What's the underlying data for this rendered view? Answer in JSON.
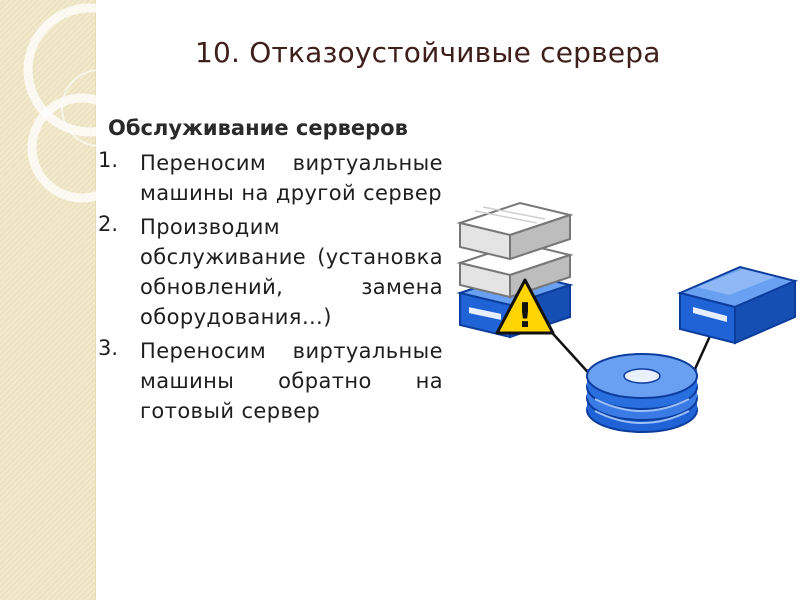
{
  "slide": {
    "title": "10. Отказоустойчивые сервера",
    "subtitle": "Обслуживание серверов",
    "steps": [
      {
        "number": "1.",
        "text": "Переносим виртуальные машины на другой сервер"
      },
      {
        "number": "2.",
        "text": "Производим обслуживание (установка обновлений, замена оборудования…)"
      },
      {
        "number": "3.",
        "text": "Переносим виртуальные машины обратно на готовый сервер"
      }
    ]
  },
  "diagram": {
    "warning_symbol": "!",
    "icons": [
      "server-stack-icon",
      "warning-icon",
      "standalone-server-icon",
      "storage-disk-icon"
    ]
  },
  "colors": {
    "title": "#3f1f1b",
    "text": "#1e1e1e",
    "band": "#f0e6c4",
    "server_blue": "#1f63d6",
    "server_gray": "#d8d8d8",
    "warning_yellow": "#ffd400"
  }
}
